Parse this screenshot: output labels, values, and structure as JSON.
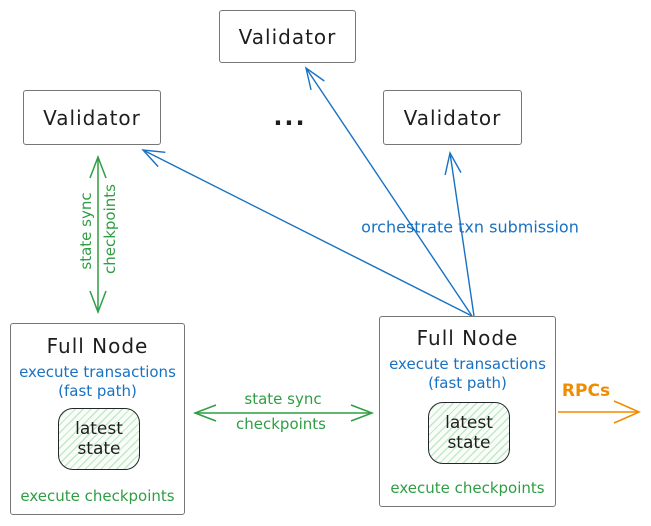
{
  "colors": {
    "green": "#2f9e44",
    "blue": "#1971c2",
    "orange": "#f08c00",
    "ink": "#1e1e1e",
    "box-border": "#767676",
    "hatch-line": "#c3e7c8",
    "hatch-bg": "#f9fdf8"
  },
  "nodes": {
    "validator_top": {
      "label": "Validator"
    },
    "validator_left": {
      "label": "Validator"
    },
    "validator_right": {
      "label": "Validator"
    },
    "ellipsis": "...",
    "full_node_left": {
      "title": "Full Node",
      "subtitle_line1": "execute transactions",
      "subtitle_line2": "(fast path)",
      "state_line1": "latest",
      "state_line2": "state",
      "footer": "execute checkpoints"
    },
    "full_node_right": {
      "title": "Full Node",
      "subtitle_line1": "execute transactions",
      "subtitle_line2": "(fast path)",
      "state_line1": "latest",
      "state_line2": "state",
      "footer": "execute checkpoints"
    }
  },
  "edges": {
    "state_sync_left": {
      "line1": "state sync",
      "line2": "checkpoints"
    },
    "state_sync_middle": {
      "line1": "state sync",
      "line2": "checkpoints"
    },
    "orchestrate": {
      "label": "orchestrate txn submission"
    },
    "rpcs": {
      "label": "RPCs"
    }
  }
}
